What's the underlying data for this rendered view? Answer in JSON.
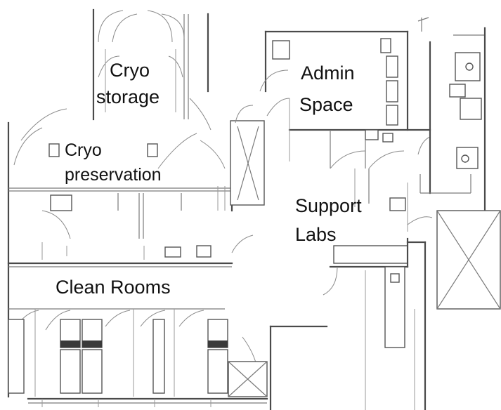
{
  "rooms": {
    "cryo_storage": {
      "line1": "Cryo",
      "line2": "storage"
    },
    "cryo_preservation": {
      "line1": "Cryo",
      "line2": "preservation"
    },
    "admin_space": {
      "line1": "Admin",
      "line2": "Space"
    },
    "support_labs": {
      "line1": "Support",
      "line2": "Labs"
    },
    "clean_rooms": {
      "line1": "Clean Rooms"
    }
  }
}
